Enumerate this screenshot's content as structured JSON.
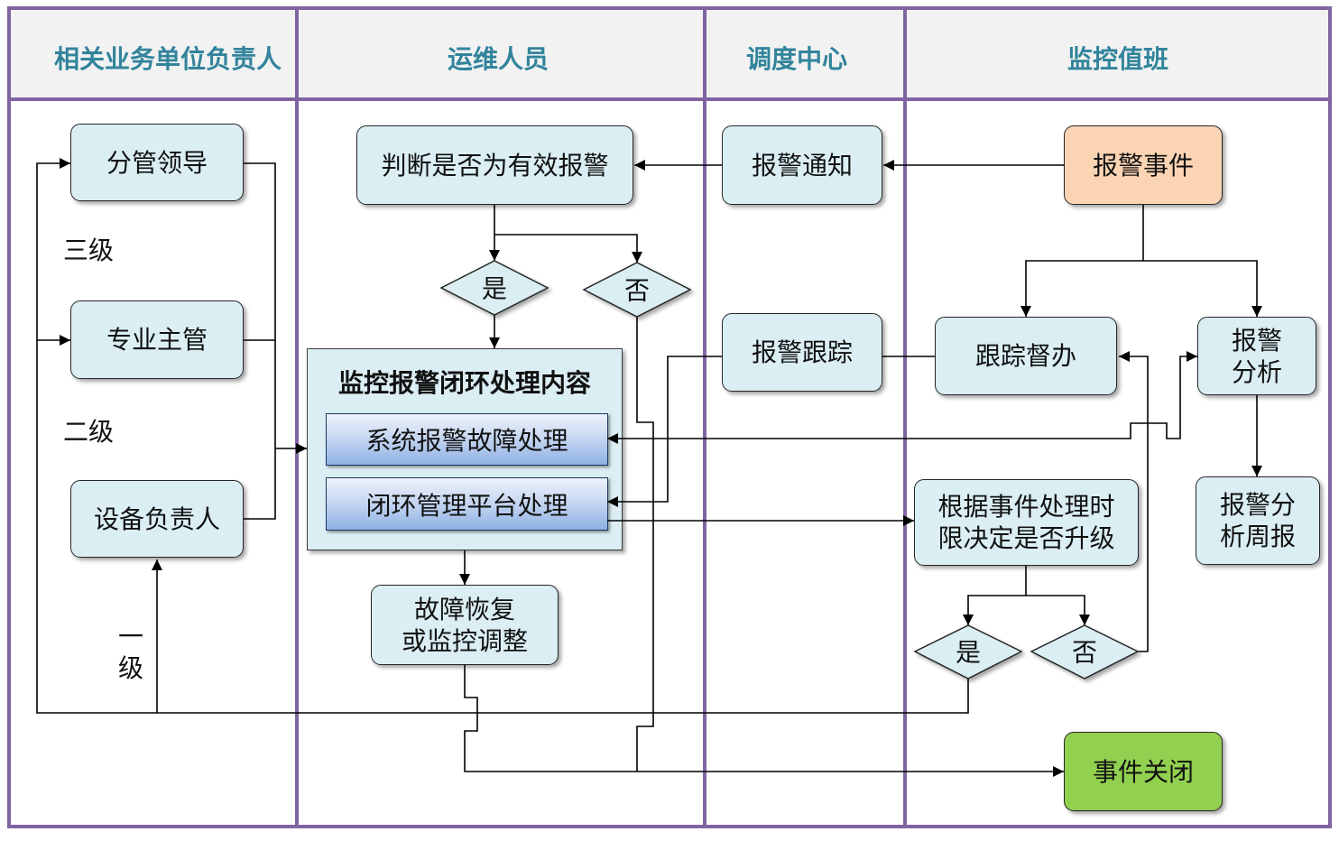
{
  "lanes": [
    {
      "title": "相关业务单位负责人"
    },
    {
      "title": "运维人员"
    },
    {
      "title": "调度中心"
    },
    {
      "title": "监控值班"
    }
  ],
  "responsible": {
    "leader": "分管领导",
    "supervisor": "专业主管",
    "equipment_owner": "设备负责人",
    "level_3": "三级",
    "level_2": "二级",
    "level_1": [
      "一",
      "级"
    ]
  },
  "ops": {
    "judge": "判断是否为有效报警",
    "yes": "是",
    "no": "否",
    "closed_loop": {
      "title": "监控报警闭环处理内容",
      "items": [
        "系统报警故障处理",
        "闭环管理平台处理"
      ]
    },
    "recovery": [
      "故障恢复",
      "或监控调整"
    ]
  },
  "dispatch": {
    "notify": "报警通知",
    "track": "报警跟踪"
  },
  "monitor": {
    "event": "报警事件",
    "supervise": "跟踪督办",
    "analysis": [
      "报警",
      "分析"
    ],
    "weekly": [
      "报警分",
      "析周报"
    ],
    "escalate": [
      "根据事件处理时",
      "限决定是否升级"
    ],
    "yes": "是",
    "no": "否",
    "close": "事件关闭"
  },
  "colors": {
    "lane_border": "#8064A2",
    "header_background": "#F2F2F2",
    "header_text": "#31849B",
    "box_fill": "#DAEEF3",
    "event_fill": "#FBD4B4",
    "close_fill": "#92D050",
    "container_fill": "#DBEEF4"
  }
}
